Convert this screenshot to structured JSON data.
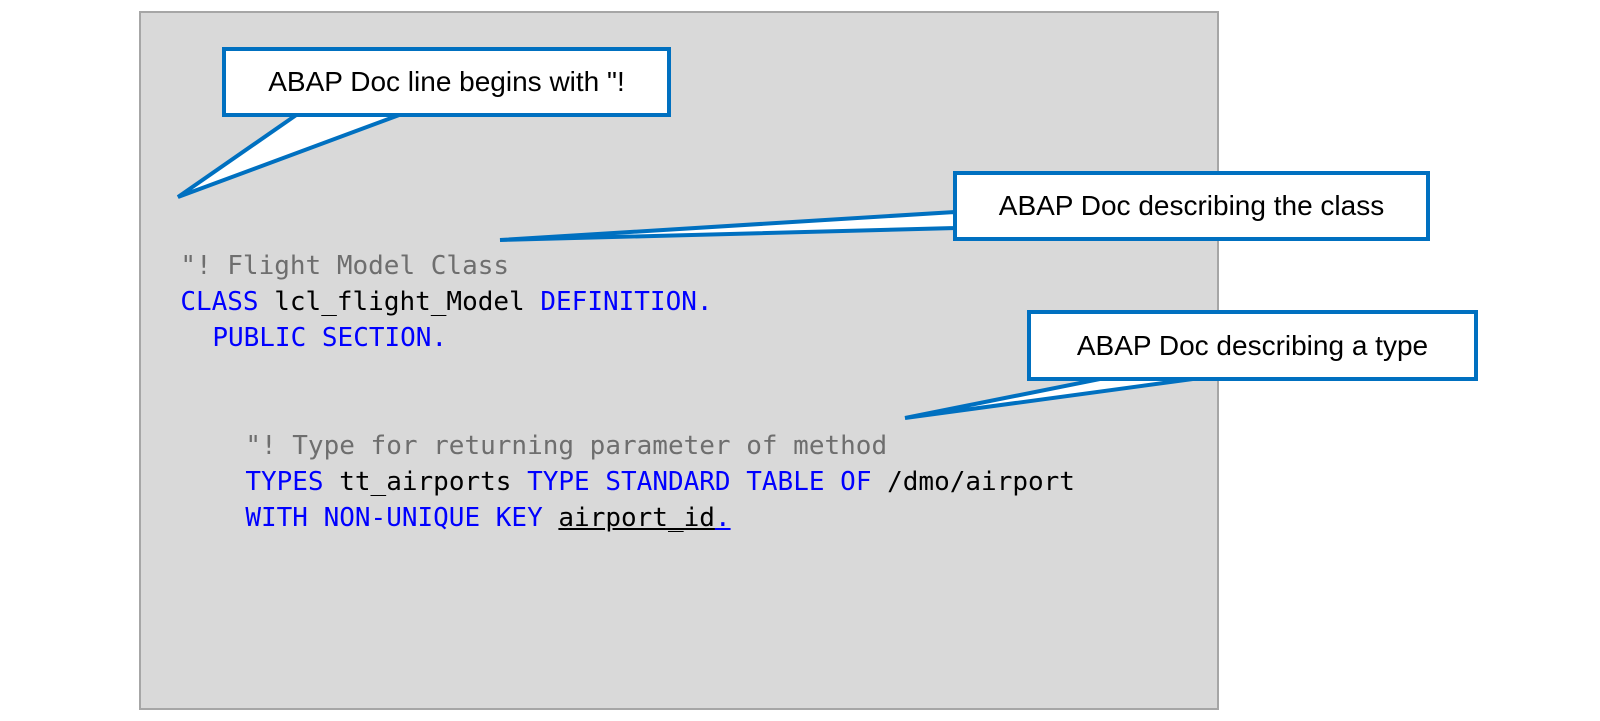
{
  "callouts": {
    "doc_line": "ABAP Doc line begins with \"!",
    "doc_class": "ABAP Doc describing the class",
    "doc_type": "ABAP Doc describing a type"
  },
  "code": {
    "line1": {
      "comment": "\"! Flight Model Class"
    },
    "line2": {
      "kw1": "CLASS",
      "ident": " lcl_flight_Model ",
      "kw2": "DEFINITION."
    },
    "line3": {
      "kw": "PUBLIC SECTION."
    },
    "line4": {
      "comment": "\"! Type for returning parameter of method"
    },
    "line5": {
      "kw1": "TYPES",
      "ident1": " tt_airports ",
      "kw2": "TYPE STANDARD TABLE OF",
      "ident2": " /dmo/airport"
    },
    "line6": {
      "kw": "WITH NON-UNIQUE KEY",
      "space": " ",
      "ident": "airport_id",
      "dot": "."
    }
  },
  "colors": {
    "keyword": "#0000ff",
    "comment": "#6e6e6e",
    "callout_border": "#0070c0",
    "panel_background": "#d9d9d9"
  }
}
